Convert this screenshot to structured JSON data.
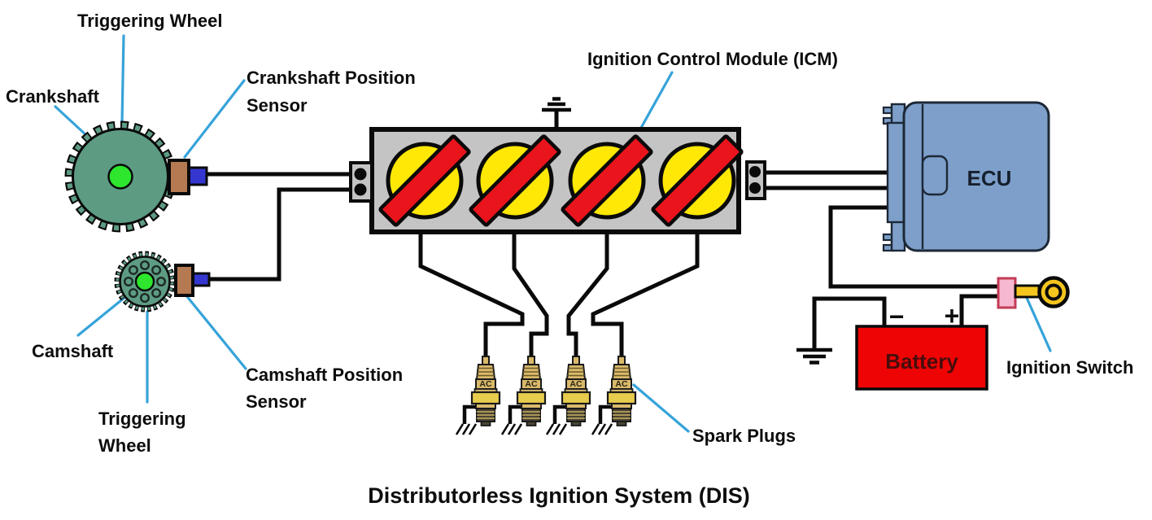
{
  "title": "Distributorless Ignition System (DIS)",
  "labels": {
    "triggering_wheel_top": "Triggering Wheel",
    "crankshaft": "Crankshaft",
    "crankshaft_sensor": {
      "line1": "Crankshaft Position",
      "line2": "Sensor"
    },
    "icm": "Ignition Control Module (ICM)",
    "camshaft": "Camshaft",
    "camshaft_sensor": {
      "line1": "Camshaft Position",
      "line2": "Sensor"
    },
    "triggering_wheel_bottom": {
      "line1": "Triggering",
      "line2": "Wheel"
    },
    "spark_plugs": "Spark Plugs",
    "ignition_switch": "Ignition Switch"
  },
  "components": {
    "ecu_label": "ECU",
    "battery_label": "Battery",
    "battery_minus": "−",
    "battery_plus": "+",
    "spark_plug_brand": "AC"
  },
  "colors": {
    "gear_teal": "#5d9c83",
    "gear_center_green": "#2de62d",
    "sensor_brown": "#b57a52",
    "connector_blue": "#3436cf",
    "icm_gray": "#c4c4c4",
    "coil_yellow": "#ffe805",
    "coil_red": "#e9141c",
    "ecu_blue": "#7d9fca",
    "battery_red": "#ee0404",
    "switch_pink": "#f5b8d0",
    "key_yellow": "#f3c51d",
    "pointer_blue": "#36a3d9",
    "wire_black": "#0a0a0a"
  }
}
